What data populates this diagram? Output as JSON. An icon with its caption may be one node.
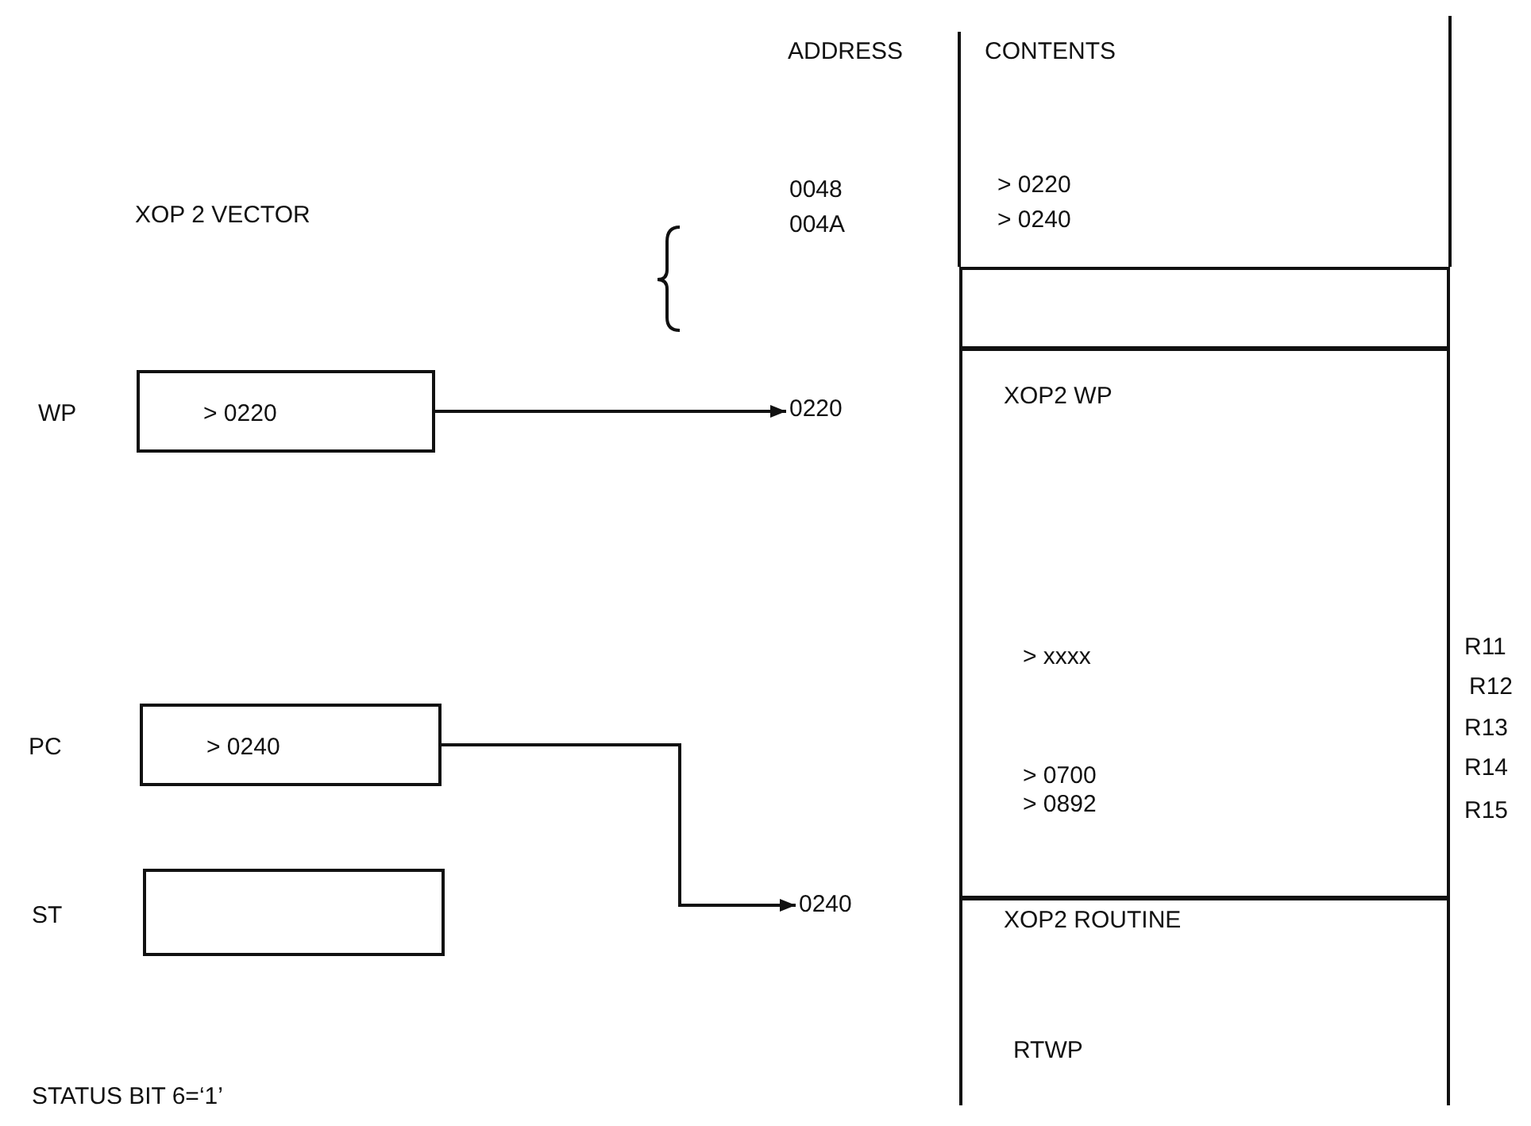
{
  "diagram": {
    "nodes": [
      {
        "text": [],
        "shape": "box"
      },
      {
        "text": [
          "> 0220"
        ],
        "beside": [
          "WP"
        ]
      },
      {
        "text": [
          "0220"
        ]
      },
      {
        "text": [
          "XOP2 WP",
          "> xxxx",
          "> 0700",
          "> 0892"
        ],
        "beside": [
          "R11",
          "R12",
          "R13",
          "R14",
          "R15"
        ]
      },
      {
        "text": [
          "> 0240"
        ],
        "beside": [
          "PC"
        ]
      },
      {
        "text": [],
        "shape": "box",
        "beside": [
          "ST"
        ]
      },
      {
        "text": [
          "0240"
        ]
      },
      {
        "text": [
          "XOP2 ROUTINE",
          "RTWP"
        ]
      }
    ],
    "edges": [
      {
        "from": 1,
        "to": 2,
        "arrow": "to"
      },
      {
        "from": 4,
        "to": 6,
        "arrow": "to"
      }
    ],
    "labels": [
      "ADDRESS",
      "CONTENTS",
      "XOP 2 VECTOR",
      "0048",
      "> 0220",
      "004A",
      "> 0240",
      "STATUS BIT 6=‘1’"
    ]
  }
}
